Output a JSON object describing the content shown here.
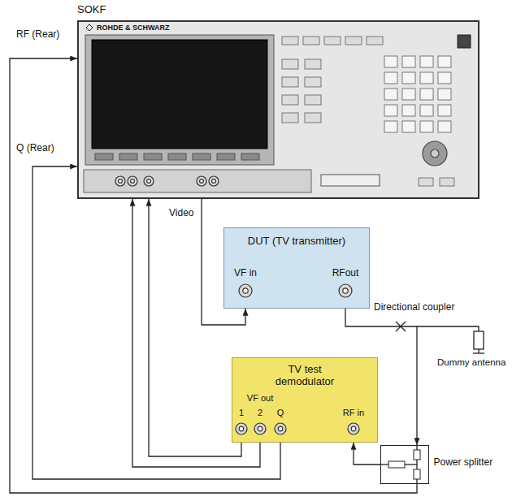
{
  "diagram": {
    "nodes": [
      {
        "text": [
          "SOKF",
          "ROHDE & SCHWARZ"
        ]
      },
      {
        "text": [
          "DUT (TV transmitter)",
          "VF in",
          "RFout"
        ]
      },
      {
        "text": [
          "TV test demodulator",
          "VF out",
          "1",
          "2",
          "Q",
          "RF in"
        ]
      },
      {
        "text": [
          "Power splitter"
        ]
      }
    ],
    "edges": [
      {
        "from": 0,
        "to": 1,
        "arrow": "to",
        "label": "Video"
      },
      {
        "from": 1,
        "to": 3,
        "arrow": "to"
      },
      {
        "from": 3,
        "to": 2,
        "arrow": "to"
      },
      {
        "from": 3,
        "to": 0,
        "arrow": "to",
        "label": "RF (Rear)"
      },
      {
        "from": 2,
        "to": 0,
        "arrow": "to"
      },
      {
        "from": 2,
        "to": 0,
        "arrow": "to"
      },
      {
        "from": 2,
        "to": 0,
        "arrow": "to",
        "label": "Q (Rear)"
      }
    ],
    "labels": [
      "Directional coupler",
      "Dummy antenna"
    ]
  }
}
